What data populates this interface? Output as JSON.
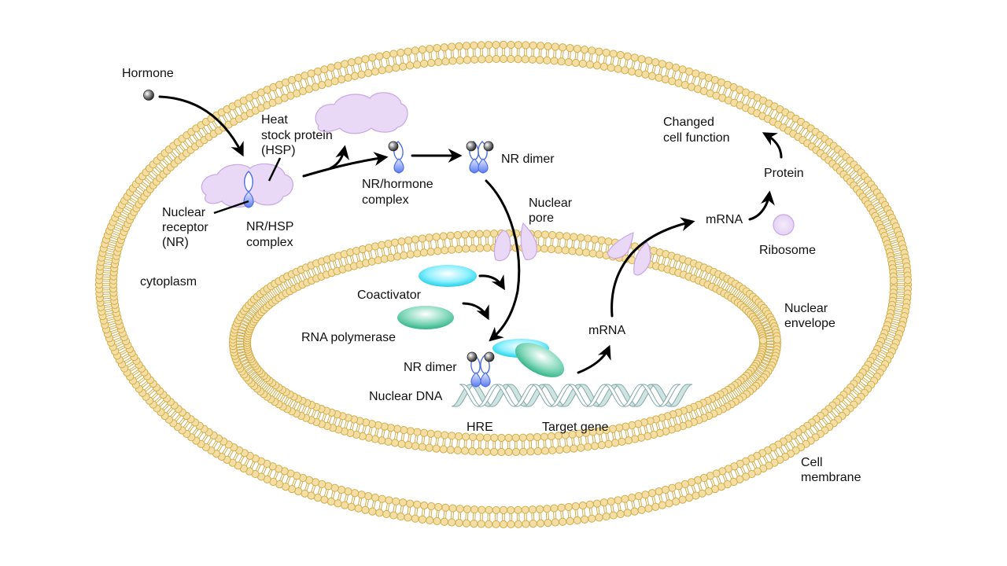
{
  "diagram": {
    "title": "Nuclear receptor hormone signaling pathway",
    "colors": {
      "lipid_head_fill": "#F3DFA4",
      "lipid_head_stroke": "#D4AC4A",
      "lipid_tail": "#D4AC4A",
      "hsp_fill": "#E9D8F6",
      "hsp_stroke": "#C9A6E6",
      "receptor_blue": "#4F6FE6",
      "receptor_light": "#C9D3FB",
      "hormone_gray": "#6E6E6E",
      "coactivator_cyan": "#25D7EA",
      "polymerase_green": "#3BBF92",
      "dna_fill": "#CFE4E2",
      "dna_stroke": "#7FA9A6",
      "arrow": "#000000",
      "text": "#111111"
    },
    "labels": {
      "hormone": "Hormone",
      "hsp": [
        "Heat",
        "stock protein",
        "(HSP)"
      ],
      "nuclear_receptor": [
        "Nuclear",
        "receptor",
        "(NR)"
      ],
      "nr_hsp_complex": [
        "NR/HSP",
        "complex"
      ],
      "nr_hormone_complex": [
        "NR/hormone",
        "complex"
      ],
      "nr_dimer_top": "NR dimer",
      "nuclear_pore": [
        "Nuclear",
        "pore"
      ],
      "cytoplasm": "cytoplasm",
      "coactivator": "Coactivator",
      "rna_polymerase": "RNA polymerase",
      "nr_dimer_bottom": "NR dimer",
      "nuclear_dna": "Nuclear DNA",
      "hre": "HRE",
      "target_gene": "Target gene",
      "mrna_nucleus": "mRNA",
      "mrna_cytoplasm": "mRNA",
      "ribosome": "Ribosome",
      "protein": "Protein",
      "changed_function": [
        "Changed",
        "cell function"
      ],
      "nuclear_envelope": [
        "Nuclear",
        "envelope"
      ],
      "cell_membrane": [
        "Cell",
        "membrane"
      ]
    },
    "steps": [
      "Hormone",
      "NR/HSP complex",
      "NR/hormone complex",
      "NR dimer",
      "Nuclear pore",
      "NR dimer + Coactivator + RNA polymerase on HRE",
      "mRNA",
      "Protein",
      "Changed cell function"
    ]
  }
}
